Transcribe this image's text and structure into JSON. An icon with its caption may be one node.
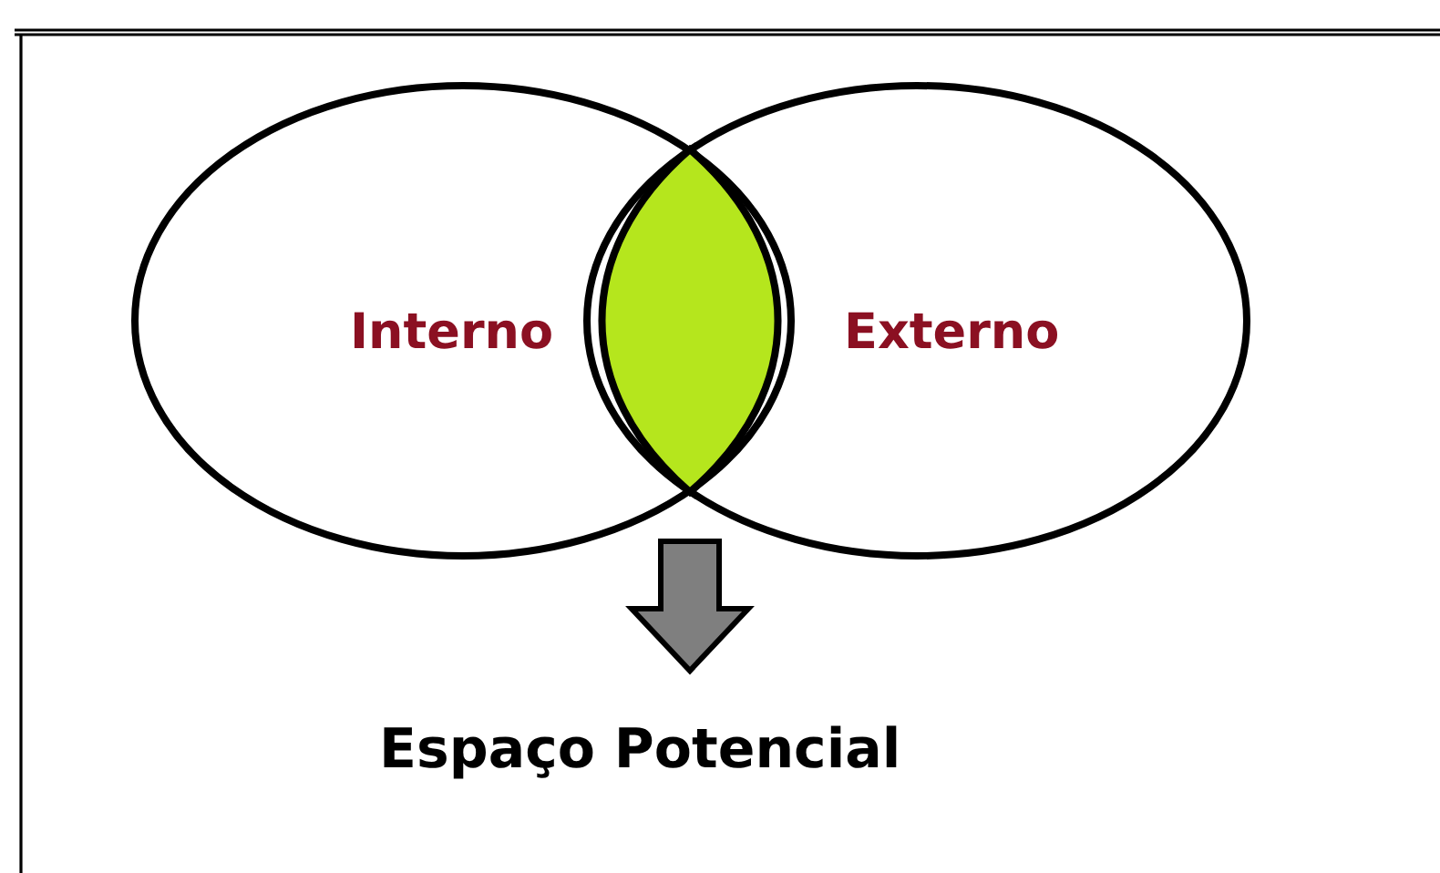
{
  "diagram": {
    "nodes": [
      {
        "text": [
          "Interno"
        ]
      },
      {
        "text": [
          "Externo"
        ]
      },
      {
        "text": [],
        "shape": "lens"
      },
      {
        "text": [
          "Espaço Potencial"
        ]
      }
    ],
    "edges": [
      {
        "from": 2,
        "to": 3,
        "arrow": "to",
        "style": "thick"
      }
    ]
  }
}
